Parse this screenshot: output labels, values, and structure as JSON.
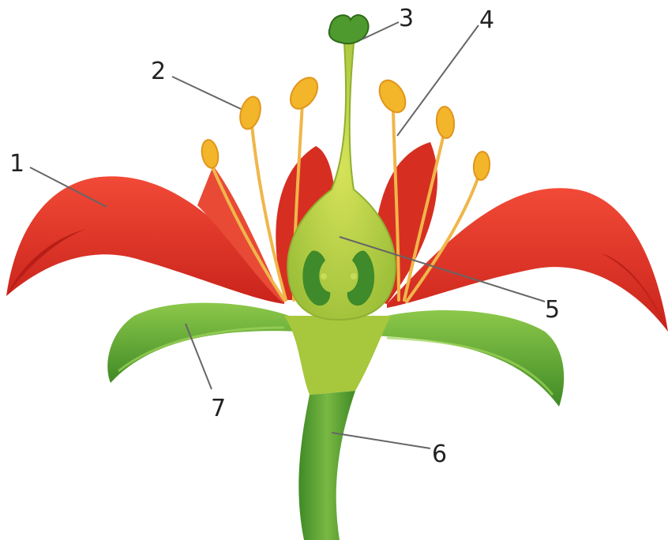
{
  "diagram": {
    "callouts": [
      {
        "id": "1",
        "label": "1"
      },
      {
        "id": "2",
        "label": "2"
      },
      {
        "id": "3",
        "label": "3"
      },
      {
        "id": "4",
        "label": "4"
      },
      {
        "id": "5",
        "label": "5"
      },
      {
        "id": "6",
        "label": "6"
      },
      {
        "id": "7",
        "label": "7"
      }
    ],
    "colors": {
      "petal": "#e8382a",
      "petal_dark": "#b81e18",
      "sepal": "#5fae3a",
      "stem": "#4f9a2e",
      "pistil": "#b8cf3a",
      "ovary_inner": "#3f8a2a",
      "anther": "#f3b52a",
      "filament": "#f0b64a"
    }
  }
}
